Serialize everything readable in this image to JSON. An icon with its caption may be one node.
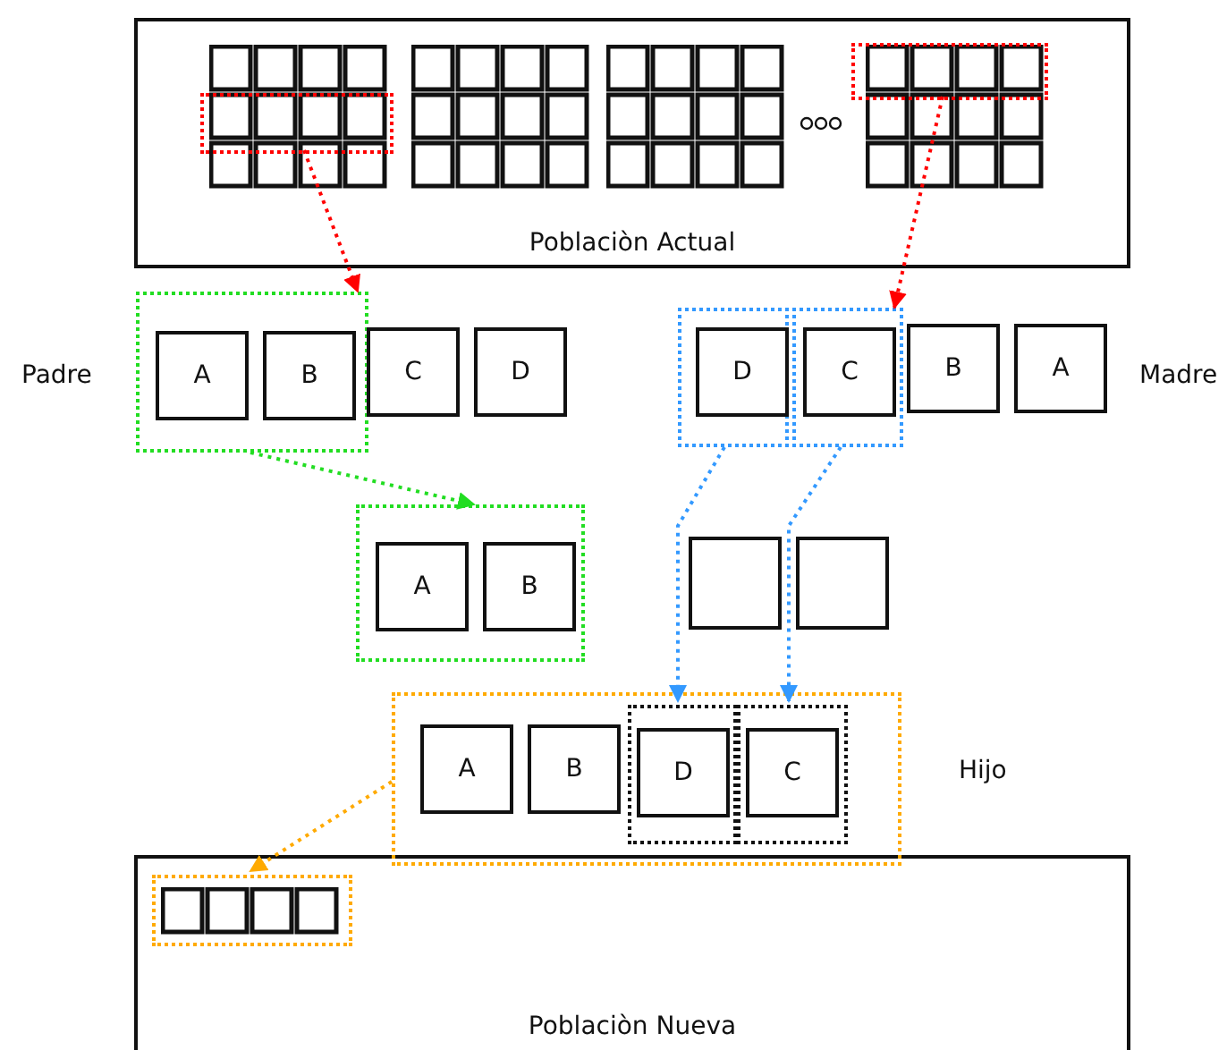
{
  "diagram": {
    "nodes": [
      {
        "text": [
          "Poblaciòn Actual"
        ]
      },
      {
        "text": [],
        "shape": "box",
        "in": 0
      },
      {
        "text": [],
        "shape": "box",
        "in": 0
      },
      {
        "text": [],
        "shape": "box"
      },
      {
        "text": [
          "A"
        ],
        "in": 3
      },
      {
        "text": [
          "B"
        ],
        "in": 3
      },
      {
        "text": [
          "C"
        ]
      },
      {
        "text": [
          "D"
        ]
      },
      {
        "text": [],
        "shape": "box"
      },
      {
        "text": [
          "D"
        ],
        "in": 8
      },
      {
        "text": [],
        "shape": "box"
      },
      {
        "text": [
          "C"
        ],
        "in": 10
      },
      {
        "text": [
          "B"
        ]
      },
      {
        "text": [
          "A"
        ]
      },
      {
        "text": [],
        "shape": "box"
      },
      {
        "text": [
          "A"
        ],
        "in": 14
      },
      {
        "text": [
          "B"
        ],
        "in": 14
      },
      {
        "text": [],
        "shape": "box"
      },
      {
        "text": [],
        "shape": "box"
      },
      {
        "text": [],
        "shape": "box"
      },
      {
        "text": [
          "A"
        ],
        "in": 19
      },
      {
        "text": [
          "B"
        ],
        "in": 19
      },
      {
        "text": [],
        "shape": "box",
        "in": 19
      },
      {
        "text": [
          "D"
        ],
        "in": 22
      },
      {
        "text": [],
        "shape": "box",
        "in": 19
      },
      {
        "text": [
          "C"
        ],
        "in": 24
      },
      {
        "text": [
          "Poblaciòn Nueva"
        ]
      },
      {
        "text": [],
        "shape": "box",
        "in": 26
      }
    ],
    "edges": [
      {
        "from": 1,
        "to": 3,
        "arrow": "to",
        "style": "dashed",
        "color": "#ff0000"
      },
      {
        "from": 2,
        "to": 10,
        "arrow": "to",
        "style": "dashed",
        "color": "#ff0000"
      },
      {
        "from": 3,
        "to": 14,
        "arrow": "to",
        "style": "dashed",
        "color": "#22dd22"
      },
      {
        "from": 8,
        "to": 22,
        "arrow": "to",
        "style": "dashed",
        "color": "#3399ff"
      },
      {
        "from": 10,
        "to": 24,
        "arrow": "to",
        "style": "dashed",
        "color": "#3399ff"
      },
      {
        "from": 19,
        "to": 27,
        "arrow": "to",
        "style": "dashed",
        "color": "#ffaa00"
      }
    ],
    "labels": [
      "Padre",
      "Madre",
      "Hijo"
    ]
  }
}
